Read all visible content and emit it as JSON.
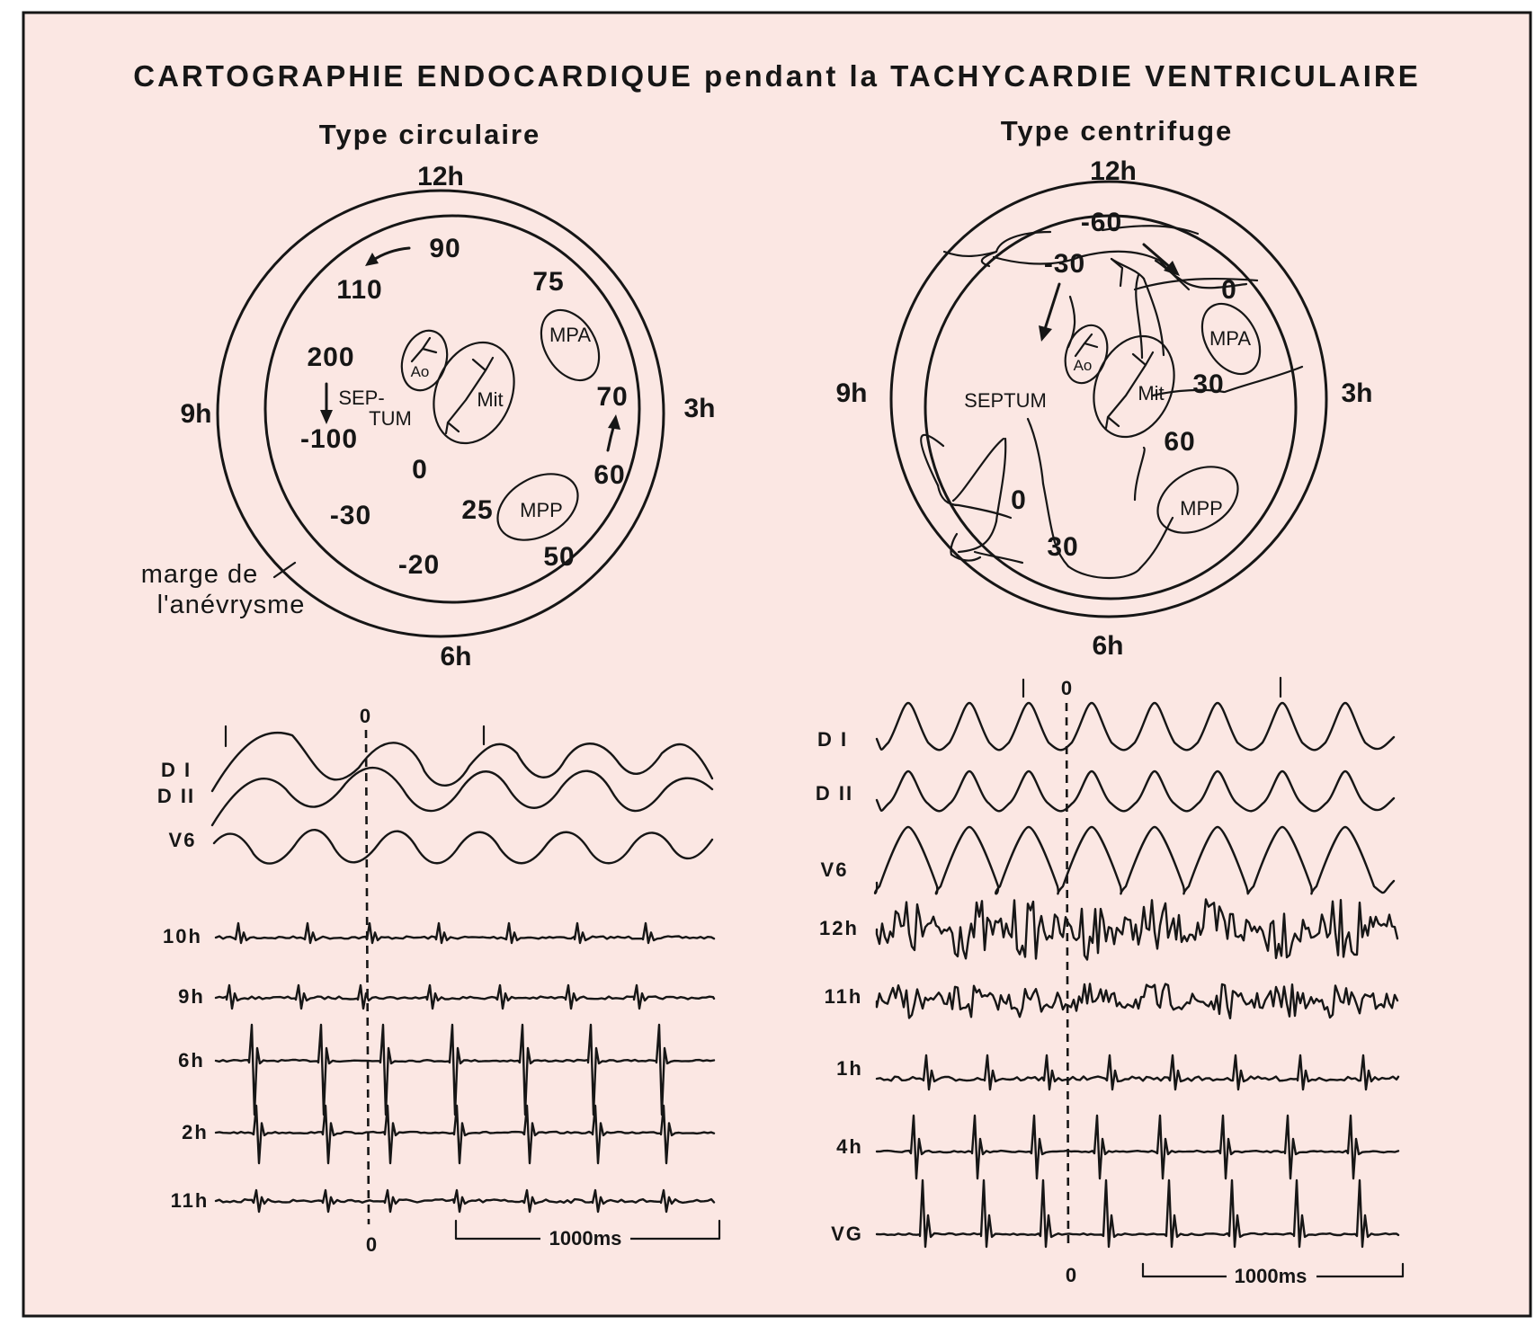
{
  "title": "CARTOGRAPHIE  ENDOCARDIQUE pendant la TACHYCARDIE  VENTRICULAIRE",
  "colors": {
    "paper": "#fbe7e3",
    "ink": "#161616"
  },
  "circular": {
    "subtitle": "Type circulaire",
    "clock": {
      "h12": "12h",
      "h3": "3h",
      "h6": "6h",
      "h9": "9h"
    },
    "values": {
      "v90": "90",
      "v110": "110",
      "v75": "75",
      "v200": "200",
      "v70": "70",
      "vm100": "-100",
      "v0": "0",
      "v60": "60",
      "vm30": "-30",
      "v25": "25",
      "v50": "50",
      "vm20": "-20"
    },
    "structures": {
      "ao": "Ao",
      "mit": "Mit",
      "mpa": "MPA",
      "mpp": "MPP",
      "septum_line1": "SEP-",
      "septum_line2": "TUM"
    },
    "aneurysm_line1": "marge de",
    "aneurysm_line2": "l'anévrysme",
    "leads": [
      "D I",
      "D II",
      "V6",
      "10h",
      "9h",
      "6h",
      "2h",
      "11h"
    ],
    "zero_top": "0",
    "zero_bottom": "0",
    "scale": "1000ms"
  },
  "centrifugal": {
    "subtitle": "Type centrifuge",
    "clock": {
      "h12": "12h",
      "h3": "3h",
      "h6": "6h",
      "h9": "9h"
    },
    "values": {
      "vm60": "-60",
      "vm30": "-30",
      "v0a": "0",
      "v30a": "30",
      "v60": "60",
      "v0b": "0",
      "v30b": "30"
    },
    "structures": {
      "ao": "Ao",
      "mit": "Mit",
      "mpa": "MPA",
      "mpp": "MPP",
      "septum": "SEPTUM"
    },
    "leads": [
      "D I",
      "D II",
      "V6",
      "12h",
      "11h",
      "1h",
      "4h",
      "VG"
    ],
    "zero_top": "0",
    "zero_bottom": "0",
    "scale": "1000ms"
  }
}
